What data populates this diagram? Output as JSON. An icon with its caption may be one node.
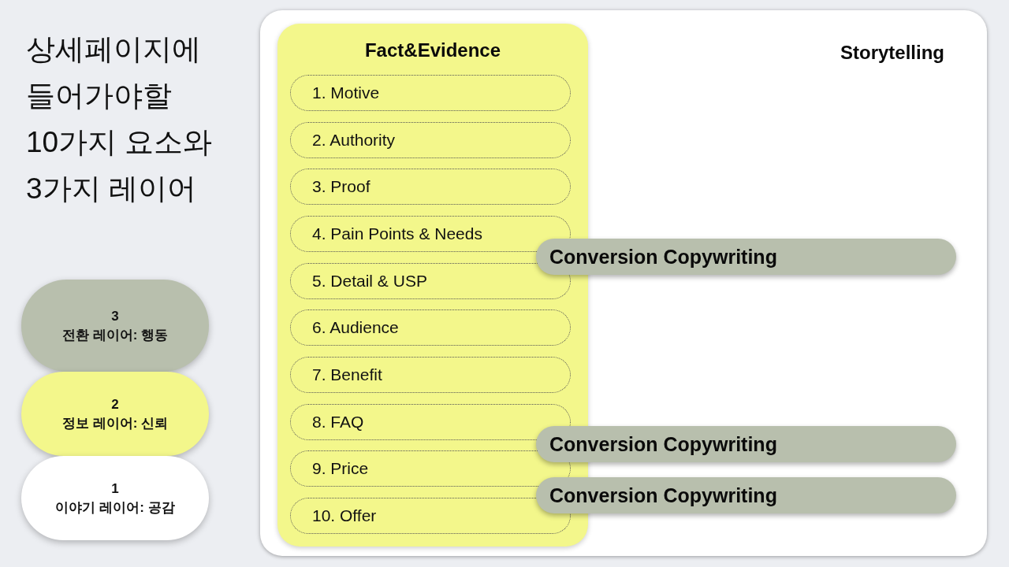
{
  "diagram": {
    "title": "상세페이지에 들어가야할 10가지 요소와 3가지 레이어",
    "nodes": [
      {
        "text": [
          "3",
          "전환 레이어: 행동"
        ]
      },
      {
        "text": [
          "2",
          "정보 레이어: 신뢰"
        ]
      },
      {
        "text": [
          "1",
          "이야기 레이어: 공감"
        ]
      },
      {
        "text": [
          "Storytelling"
        ]
      },
      {
        "text": [
          "Fact&Evidence"
        ],
        "in": 3
      },
      {
        "text": [
          "1. Motive"
        ],
        "in": 4
      },
      {
        "text": [
          "2. Authority"
        ],
        "in": 4
      },
      {
        "text": [
          "3. Proof"
        ],
        "in": 4
      },
      {
        "text": [
          "4. Pain Points & Needs"
        ],
        "in": 4
      },
      {
        "text": [
          "5. Detail & USP"
        ],
        "in": 4
      },
      {
        "text": [
          "6. Audience"
        ],
        "in": 4
      },
      {
        "text": [
          "7. Benefit"
        ],
        "in": 4
      },
      {
        "text": [
          "8. FAQ"
        ],
        "in": 4
      },
      {
        "text": [
          "9. Price"
        ],
        "in": 4
      },
      {
        "text": [
          "10. Offer"
        ],
        "in": 4
      },
      {
        "text": [
          "Conversion Copywriting"
        ],
        "in": 3
      },
      {
        "text": [
          "Conversion Copywriting"
        ],
        "in": 3
      },
      {
        "text": [
          "Conversion Copywriting"
        ],
        "in": 3
      }
    ]
  }
}
